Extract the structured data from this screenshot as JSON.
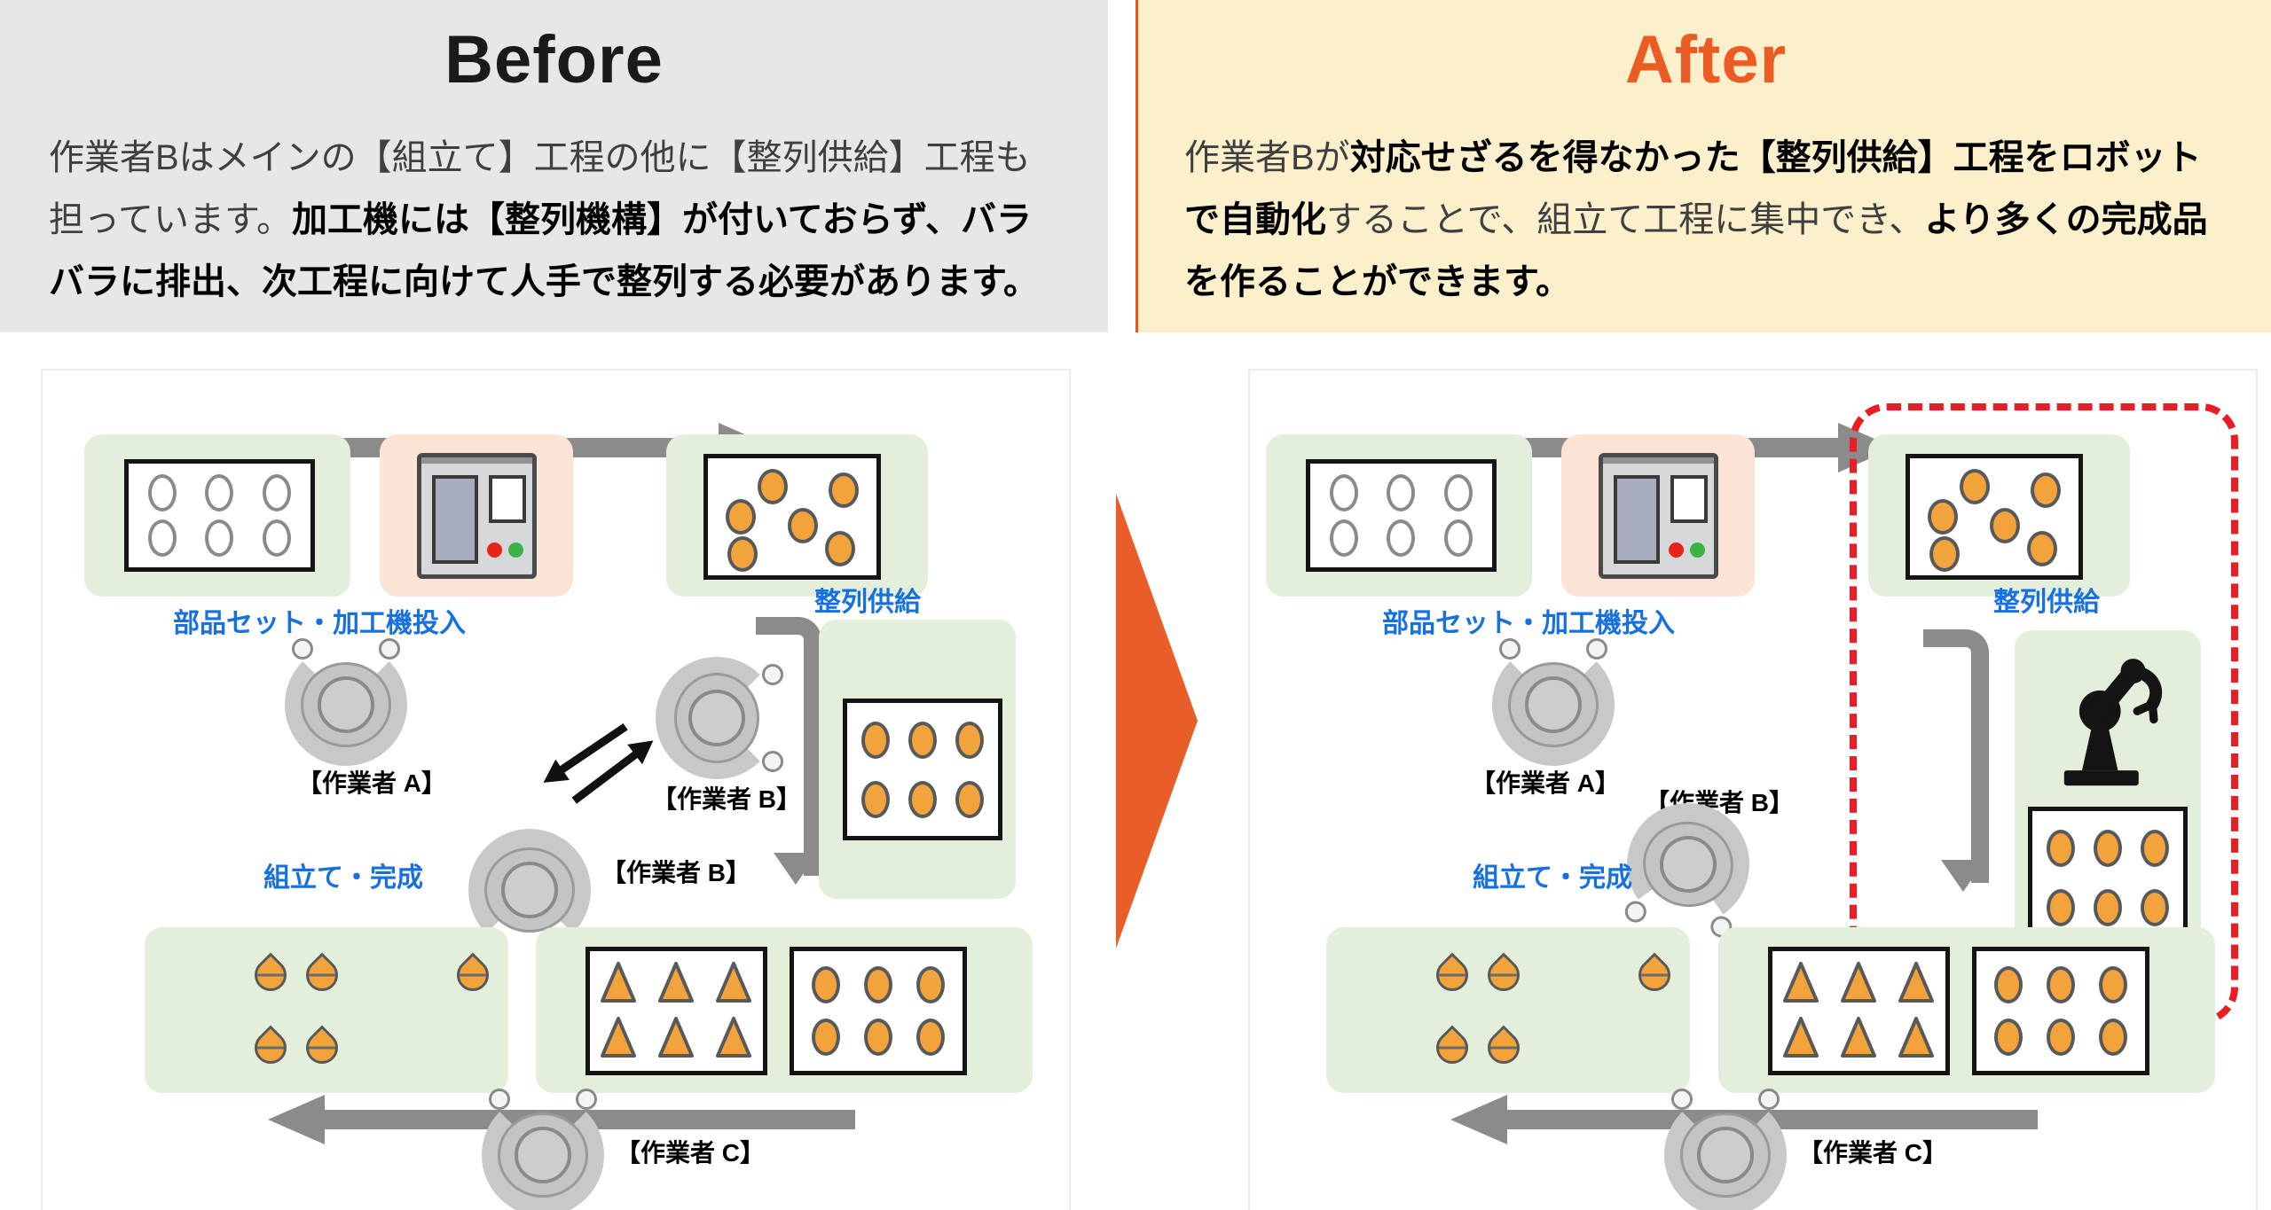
{
  "header": {
    "before": {
      "title": "Before",
      "lines": [
        [
          {
            "t": "作業者Bはメインの【組立て】工程の他に【整列供給】工程も",
            "b": 0
          }
        ],
        [
          {
            "t": "担っています。",
            "b": 0
          },
          {
            "t": "加工機には【整列機構】が付いておらず、バラ",
            "b": 1
          }
        ],
        [
          {
            "t": "バラに排出、次工程に向けて人手で整列する必要があります。",
            "b": 1
          }
        ]
      ]
    },
    "after": {
      "title": "After",
      "lines": [
        [
          {
            "t": "作業者Bが",
            "b": 0
          },
          {
            "t": "対応せざるを得なかった【整列供給】工程をロボット",
            "b": 1
          }
        ],
        [
          {
            "t": "で自動化",
            "b": 1
          },
          {
            "t": "することで、組立て工程に集中でき、",
            "b": 0
          },
          {
            "t": "より多くの完成品",
            "b": 1
          }
        ],
        [
          {
            "t": "を作ることができます。",
            "b": 1
          }
        ]
      ]
    }
  },
  "labels": {
    "parts_supply": "部品セット・加工機投入",
    "alignment_supply": "整列供給",
    "assembly_done": "組立て・完成",
    "worker_a": "【作業者 A】",
    "worker_b": "【作業者 B】",
    "worker_c": "【作業者 C】"
  },
  "colors": {
    "header_before_bg": "#E8E7E7",
    "header_after_bg": "#FCF0CC",
    "after_title": "#EC5B24",
    "transition_arrow": "#E95D28",
    "zone_green": "#E3EFDB",
    "zone_pink": "#FBE3D6",
    "label_blue": "#1770DF",
    "part_orange": "#F2A33C",
    "flow_arrow_gray": "#8B8B8B",
    "automation_dash_red": "#EC1C24"
  }
}
